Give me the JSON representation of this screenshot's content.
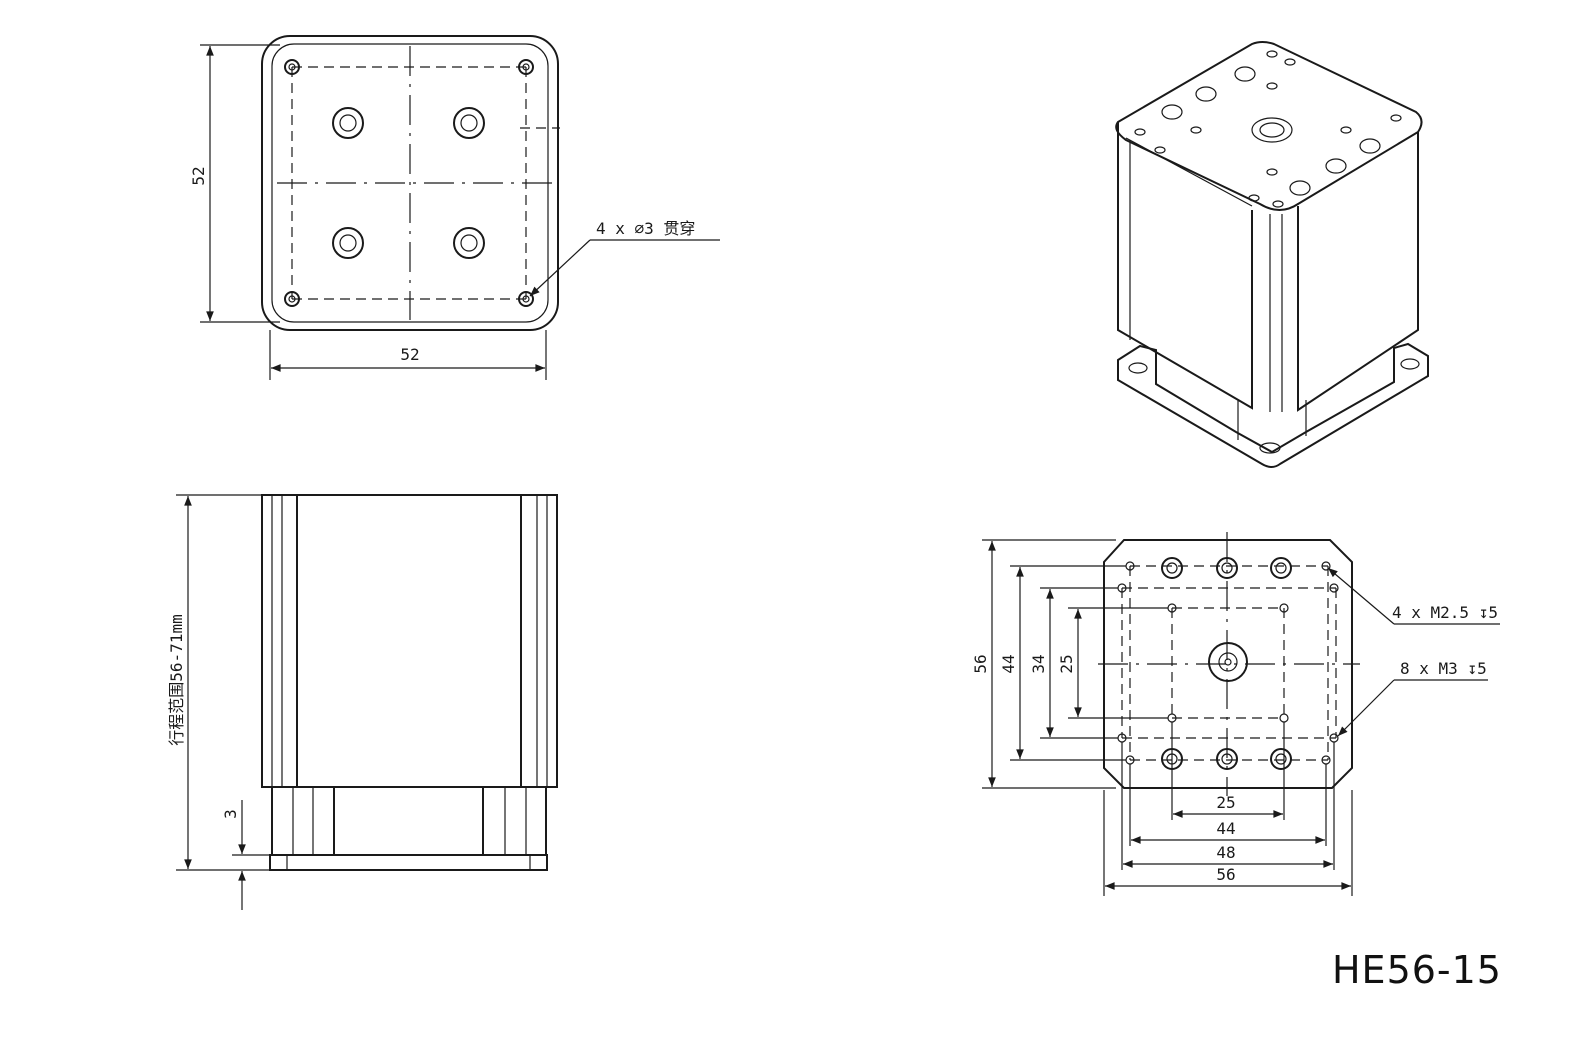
{
  "drawing": {
    "model": "HE56-15",
    "top_view": {
      "width_dim": "52",
      "height_dim": "52",
      "hole_note": "4 x ∅3 贯穿"
    },
    "side_view": {
      "stroke_note": "行程范围56-71mm",
      "base_dim": "3"
    },
    "bottom_view": {
      "note_m25": "4 x M2.5 ↧5",
      "note_m3": "8 x M3 ↧5",
      "h_dims": [
        "25",
        "44",
        "48",
        "56"
      ],
      "v_dims": [
        "56",
        "44",
        "34",
        "25"
      ]
    }
  }
}
